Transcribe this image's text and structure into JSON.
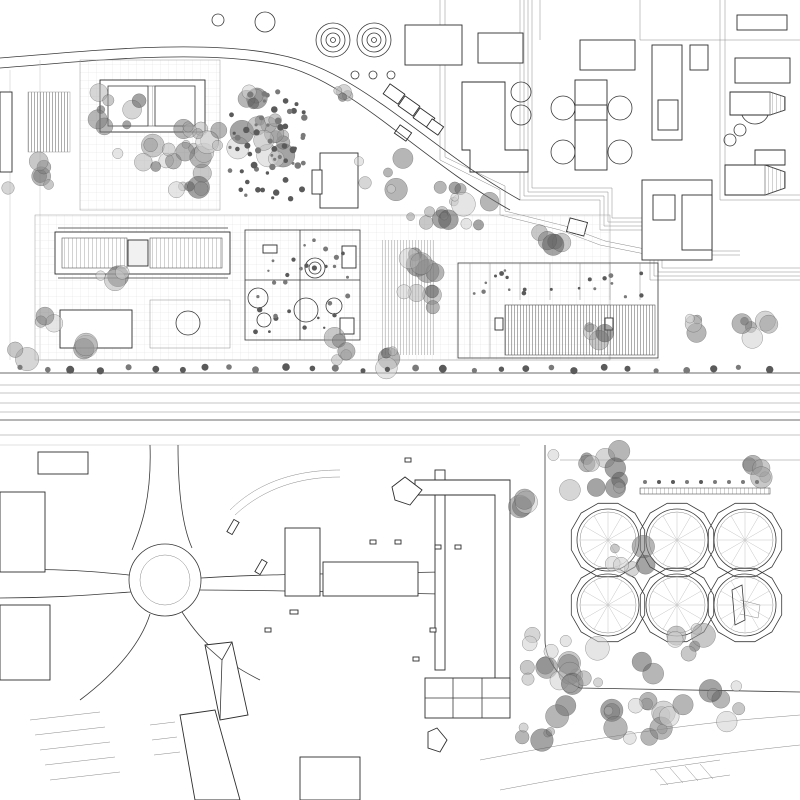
{
  "drawing": {
    "background": "#ffffff",
    "line_color": "#3a3a3a",
    "vegetation_colors": [
      "#cfcfcf",
      "#b4b4b4",
      "#9a9a9a",
      "#7a7a7a",
      "#5a5a5a"
    ]
  },
  "zones": {
    "north_park": "north-park-zone",
    "tank_park": "tank-park-zone",
    "south_town": "south-town-zone"
  },
  "clarifier_tanks": {
    "count": 6
  }
}
